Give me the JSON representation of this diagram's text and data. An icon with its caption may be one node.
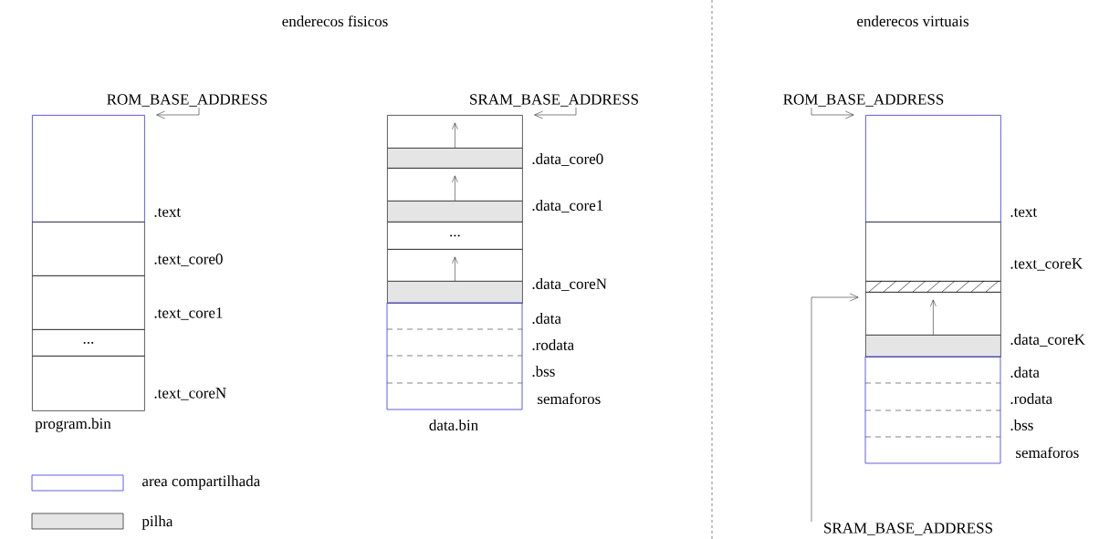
{
  "diagram": {
    "nodes": [
      {
        "text": [
          "ROM_BASE_ADDRESS"
        ]
      },
      {
        "text": [],
        "shape": "box",
        "beside": [
          ".text"
        ]
      },
      {
        "text": [],
        "shape": "box",
        "beside": [
          ".text_core0"
        ]
      },
      {
        "text": [],
        "shape": "box",
        "beside": [
          ".text_core1"
        ]
      },
      {
        "text": [
          "..."
        ]
      },
      {
        "text": [],
        "shape": "box",
        "beside": [
          ".text_coreN"
        ]
      },
      {
        "text": [
          "SRAM_BASE_ADDRESS"
        ]
      },
      {
        "text": [],
        "shape": "box"
      },
      {
        "text": [],
        "shape": "box",
        "beside": [
          ".data_core0"
        ]
      },
      {
        "text": [],
        "shape": "box"
      },
      {
        "text": [],
        "shape": "box",
        "beside": [
          ".data_core1"
        ]
      },
      {
        "text": [
          "..."
        ]
      },
      {
        "text": [],
        "shape": "box"
      },
      {
        "text": [],
        "shape": "box",
        "beside": [
          ".data_coreN"
        ]
      },
      {
        "text": [],
        "shape": "box",
        "beside": [
          ".data"
        ]
      },
      {
        "text": [],
        "shape": "box",
        "beside": [
          ".rodata"
        ]
      },
      {
        "text": [],
        "shape": "box",
        "beside": [
          ".bss"
        ]
      },
      {
        "text": [],
        "shape": "box",
        "beside": [
          "semaforos"
        ]
      },
      {
        "text": [
          "ROM_BASE_ADDRESS"
        ]
      },
      {
        "text": [],
        "shape": "box",
        "beside": [
          ".text"
        ]
      },
      {
        "text": [],
        "shape": "box",
        "beside": [
          ".text_coreK"
        ]
      },
      {
        "text": [],
        "shape": "box"
      },
      {
        "text": [],
        "shape": "box"
      },
      {
        "text": [],
        "shape": "box",
        "beside": [
          ".data_coreK"
        ]
      },
      {
        "text": [],
        "shape": "box",
        "beside": [
          ".data"
        ]
      },
      {
        "text": [],
        "shape": "box",
        "beside": [
          ".rodata"
        ]
      },
      {
        "text": [],
        "shape": "box",
        "beside": [
          ".bss"
        ]
      },
      {
        "text": [],
        "shape": "box",
        "beside": [
          "semaforos"
        ]
      },
      {
        "text": [
          "SRAM_BASE_ADDRESS"
        ]
      }
    ],
    "edges": [
      {
        "from": 0,
        "to": 1,
        "arrow": "to"
      },
      {
        "from": 6,
        "to": 7,
        "arrow": "to"
      },
      {
        "from": 8,
        "to": 7,
        "arrow": "to"
      },
      {
        "from": 10,
        "to": 9,
        "arrow": "to"
      },
      {
        "from": 13,
        "to": 12,
        "arrow": "to"
      },
      {
        "from": 18,
        "to": 19,
        "arrow": "to"
      },
      {
        "from": 28,
        "to": 22,
        "arrow": "to"
      },
      {
        "from": 23,
        "to": 22,
        "arrow": "to"
      }
    ],
    "labels": [
      "enderecos fisicos",
      "enderecos virtuais",
      "program.bin",
      "data.bin"
    ],
    "legend": [
      {
        "text": "area compartilhada"
      },
      {
        "text": "pilha",
        "color": "#e5e5e5"
      }
    ]
  }
}
